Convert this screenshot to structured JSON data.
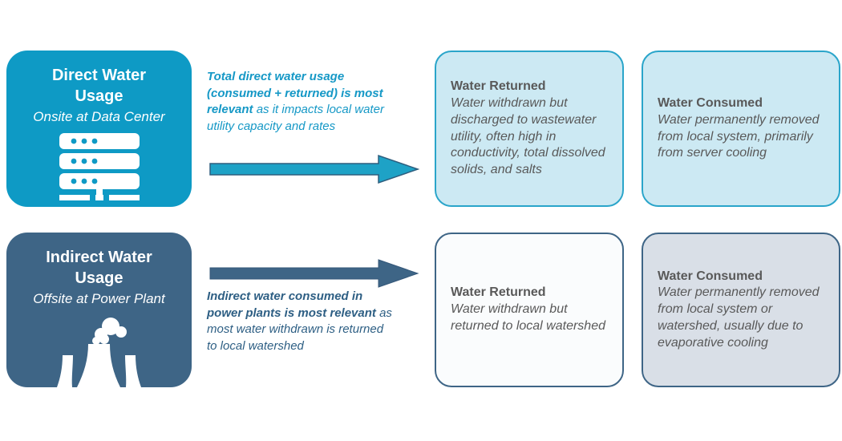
{
  "colors": {
    "teal": "#0E9AC5",
    "teal_border": "#2AA5CA",
    "teal_light_fill": "#CCE9F3",
    "navy": "#3E6586",
    "navy_text": "#2E5F84",
    "teal_text": "#1598C6",
    "gray_fill": "#D9DFE7",
    "white_fill": "#FAFCFD",
    "body_text": "#595959"
  },
  "rows": [
    {
      "source": {
        "title": "Direct Water Usage",
        "subtitle": "Onsite at Data Center",
        "icon": "server-icon"
      },
      "note": {
        "bold": "Total direct water usage (consumed + returned) is most relevant",
        "rest": " as it impacts local water utility capacity and rates"
      },
      "outcomes": [
        {
          "title": "Water Returned",
          "body": "Water withdrawn but discharged to wastewater utility, often high in conductivity, total dissolved solids, and salts"
        },
        {
          "title": "Water Consumed",
          "body": "Water permanently removed from local system, primarily from server cooling"
        }
      ]
    },
    {
      "source": {
        "title": "Indirect Water Usage",
        "subtitle": "Offsite at Power Plant",
        "icon": "power-plant-icon"
      },
      "note": {
        "bold": "Indirect water consumed in power plants is most relevant",
        "rest": " as most water withdrawn is returned to local watershed"
      },
      "outcomes": [
        {
          "title": "Water Returned",
          "body": "Water withdrawn but returned to local watershed"
        },
        {
          "title": "Water Consumed",
          "body": "Water permanently removed from local system or watershed, usually due to evaporative cooling"
        }
      ]
    }
  ]
}
